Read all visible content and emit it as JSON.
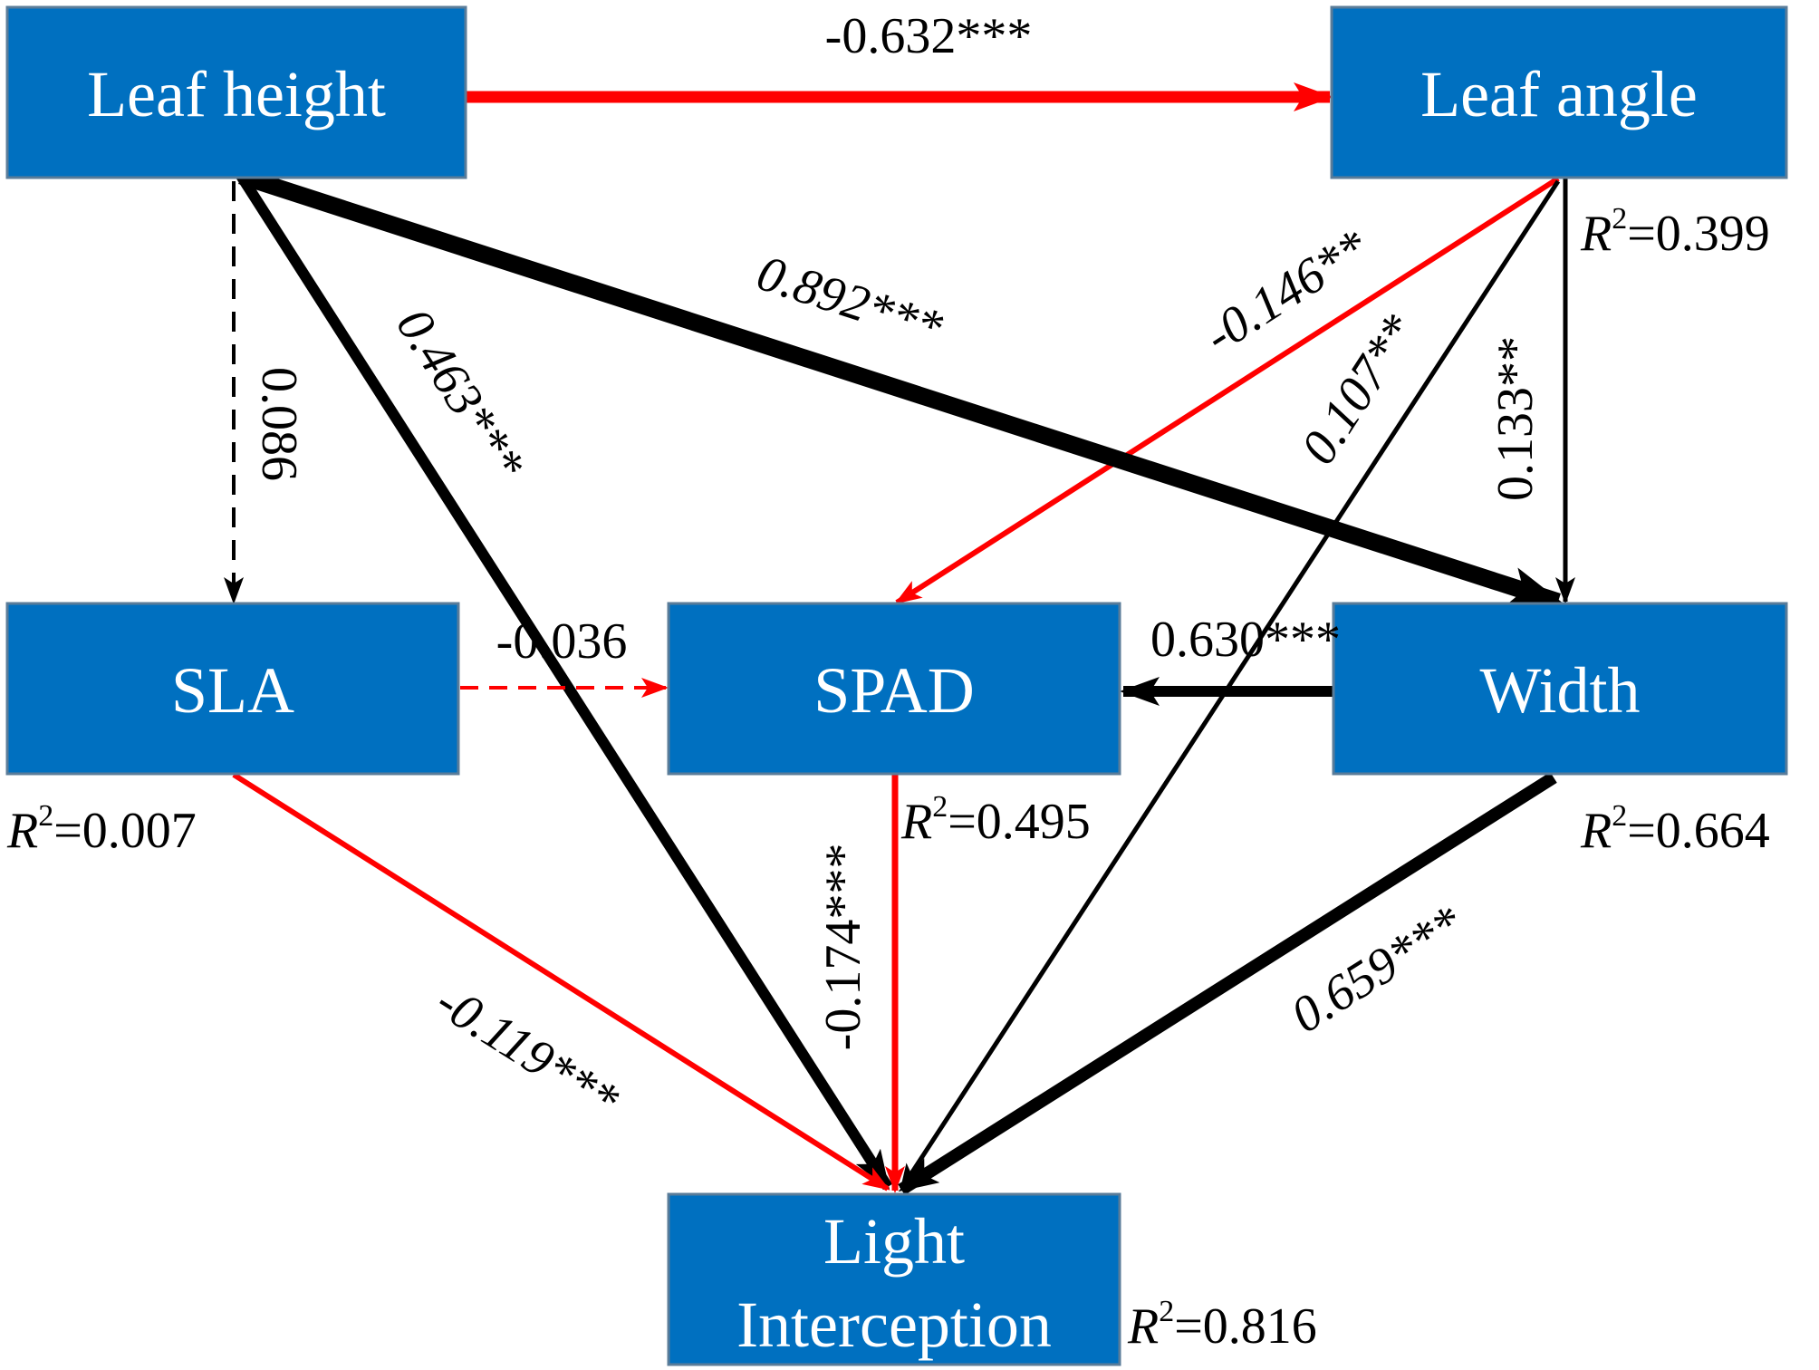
{
  "nodes": {
    "leaf_height": {
      "label": "Leaf height"
    },
    "leaf_angle": {
      "label": "Leaf angle"
    },
    "sla": {
      "label": "SLA"
    },
    "spad": {
      "label": "SPAD"
    },
    "width": {
      "label": "Width"
    },
    "light_interception": {
      "lines": [
        "Light",
        "Interception"
      ]
    }
  },
  "r_squared": {
    "leaf_angle": {
      "r": "R",
      "exp": "2",
      "value": "=0.399"
    },
    "sla": {
      "r": "R",
      "exp": "2",
      "value": "=0.007"
    },
    "spad": {
      "r": "R",
      "exp": "2",
      "value": "=0.495"
    },
    "width": {
      "r": "R",
      "exp": "2",
      "value": "=0.664"
    },
    "light_interception": {
      "r": "R",
      "exp": "2",
      "value": "=0.816"
    }
  },
  "edges": {
    "leaf_height_to_leaf_angle": {
      "label": "-0.632***",
      "color": "#FF0000",
      "sign": "negative",
      "style": "solid"
    },
    "leaf_height_to_width": {
      "label": "0.892***",
      "color": "#000000",
      "sign": "positive",
      "style": "solid"
    },
    "leaf_height_to_sla": {
      "label": "0.086",
      "color": "#000000",
      "sign": "positive",
      "style": "dashed"
    },
    "leaf_height_to_light": {
      "label": "0.463***",
      "color": "#000000",
      "sign": "positive",
      "style": "solid"
    },
    "leaf_angle_to_spad": {
      "label": "-0.146**",
      "color": "#FF0000",
      "sign": "negative",
      "style": "solid"
    },
    "leaf_angle_to_light": {
      "label": "0.107**",
      "color": "#000000",
      "sign": "positive",
      "style": "solid"
    },
    "leaf_angle_to_width": {
      "label": "0.133**",
      "color": "#000000",
      "sign": "positive",
      "style": "solid"
    },
    "sla_to_spad": {
      "label": "-0.036",
      "color": "#FF0000",
      "sign": "negative",
      "style": "dashed"
    },
    "width_to_spad": {
      "label": "0.630***",
      "color": "#000000",
      "sign": "positive",
      "style": "solid"
    },
    "sla_to_light": {
      "label": "-0.119***",
      "color": "#FF0000",
      "sign": "negative",
      "style": "solid"
    },
    "spad_to_light": {
      "label": "-0.174***",
      "color": "#FF0000",
      "sign": "negative",
      "style": "solid"
    },
    "width_to_light": {
      "label": "0.659***",
      "color": "#000000",
      "sign": "positive",
      "style": "solid"
    }
  },
  "colors": {
    "node_fill": "#0070C0",
    "node_text": "#FFFFFF",
    "positive_path": "#000000",
    "negative_path": "#FF0000"
  }
}
